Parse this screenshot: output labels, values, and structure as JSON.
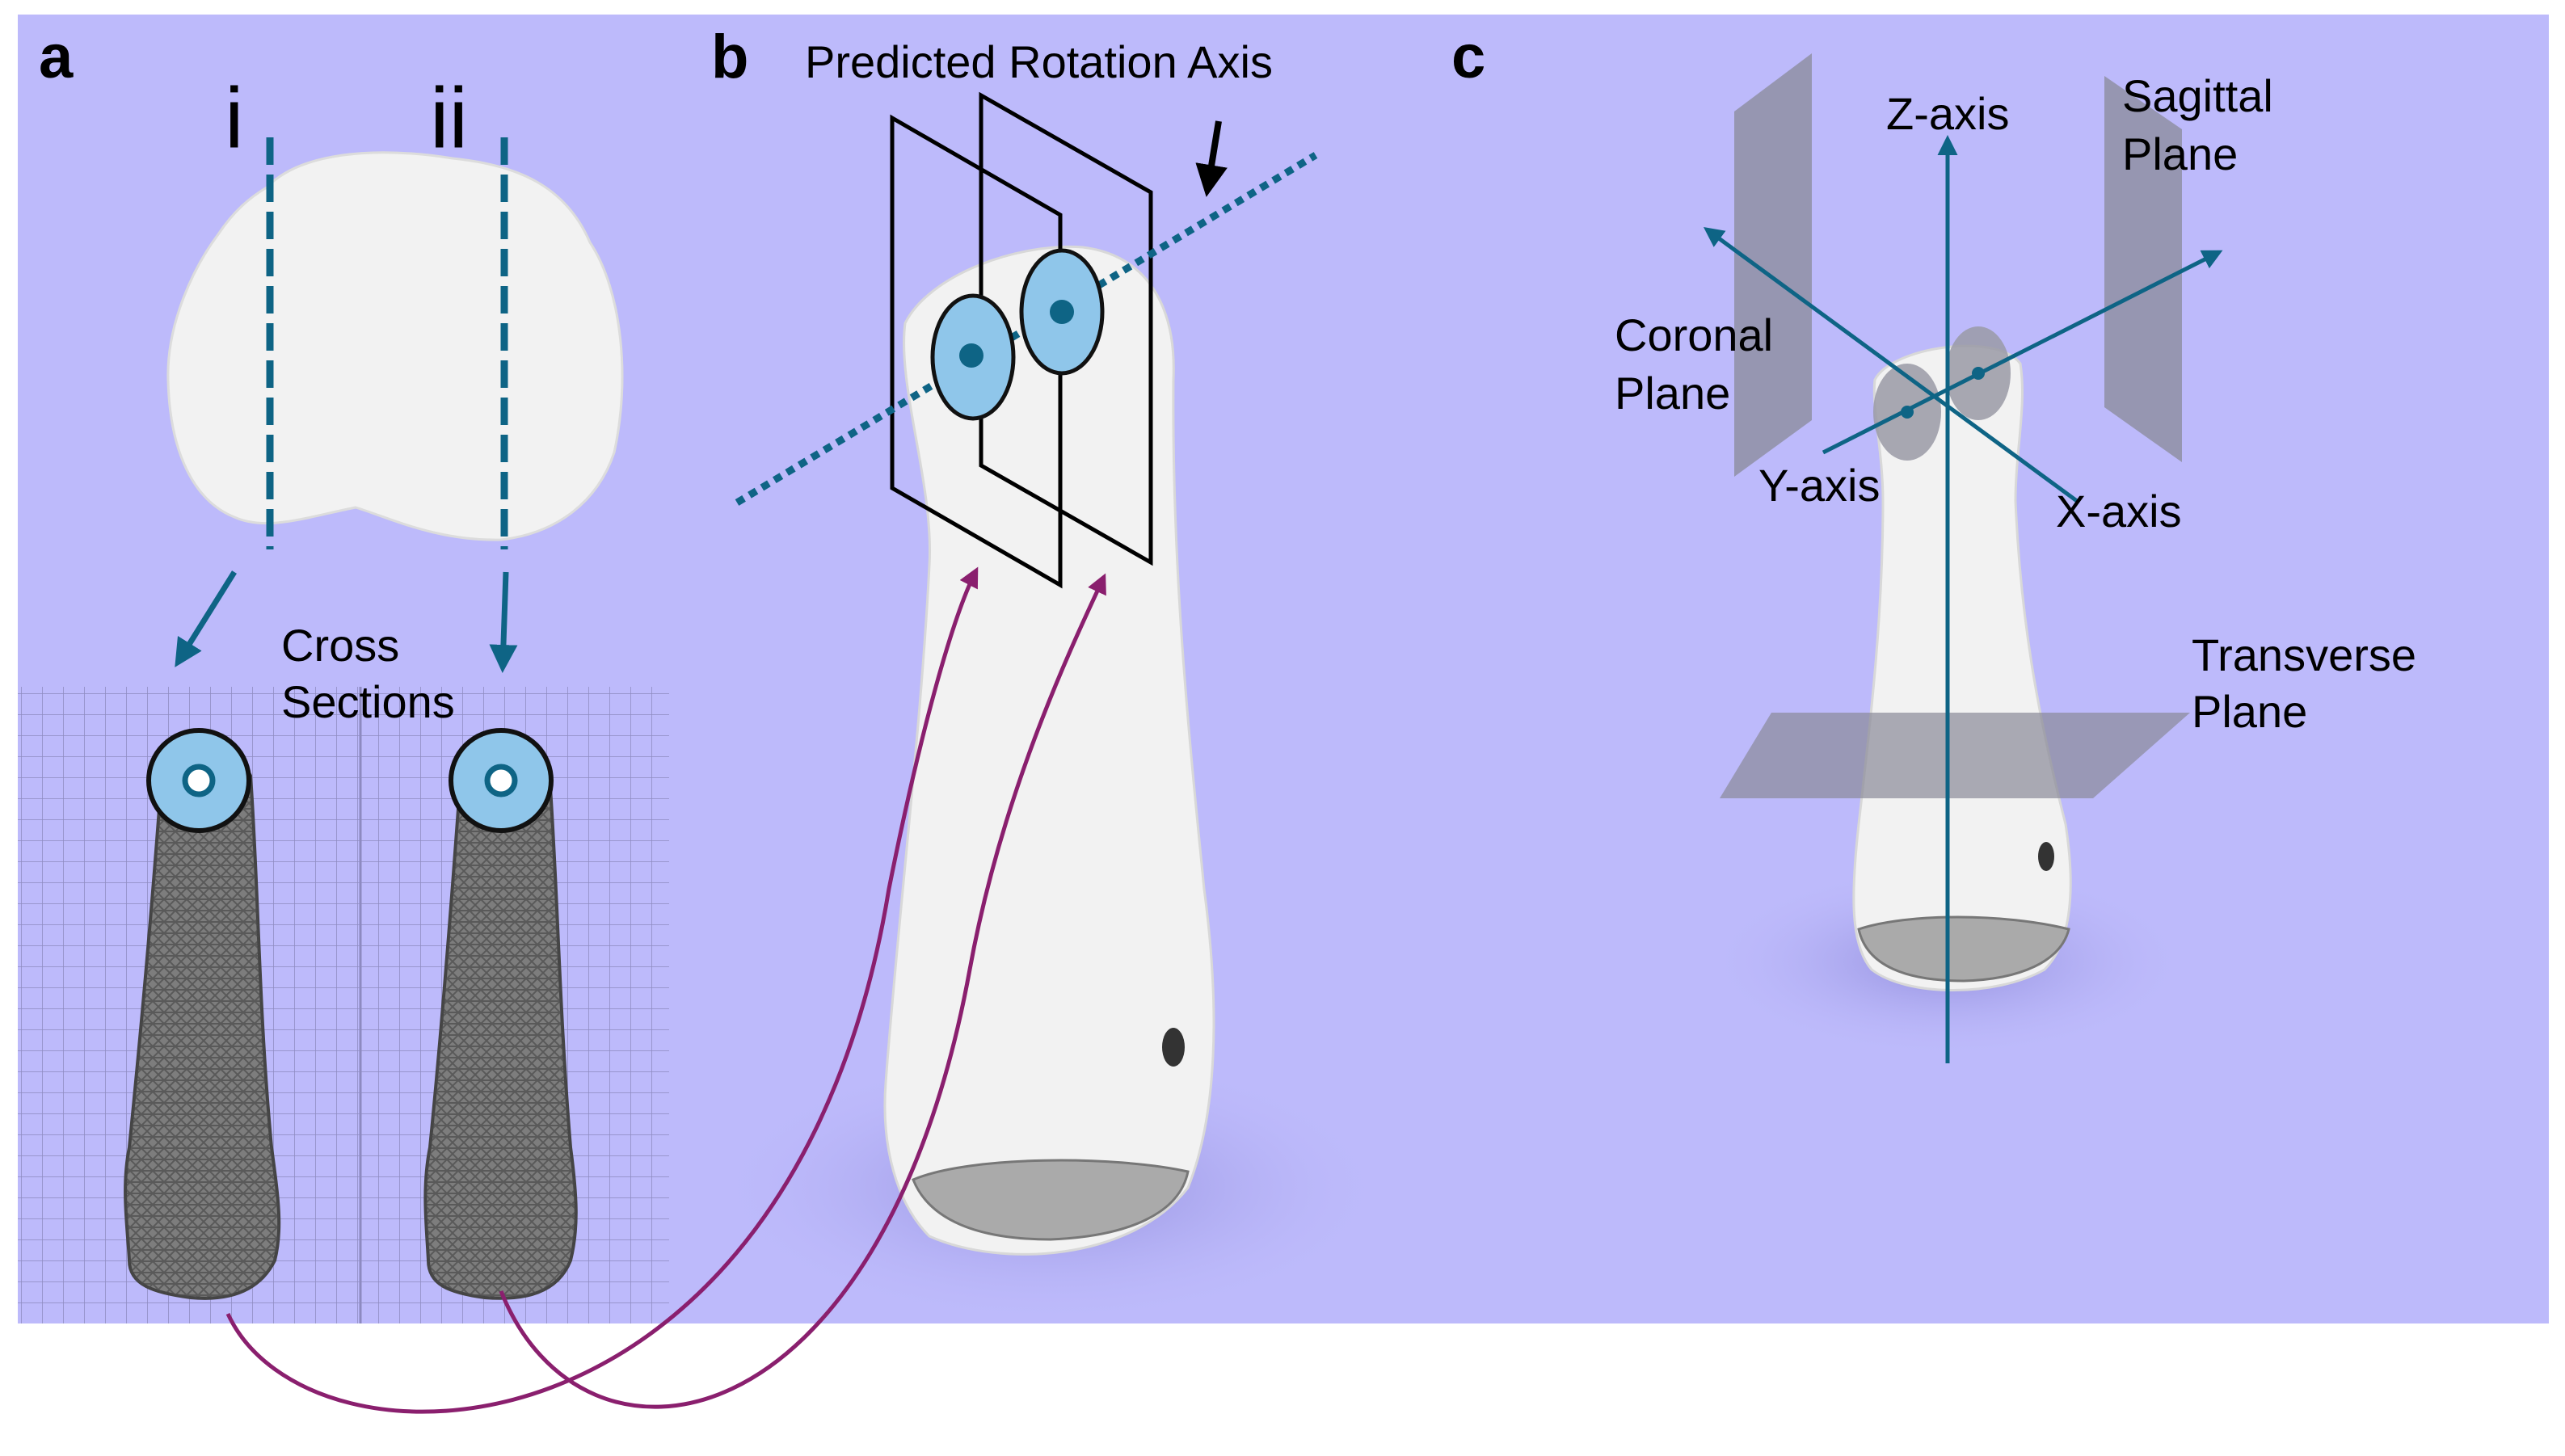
{
  "panel_a": {
    "letter": "a",
    "marker_i": "i",
    "marker_ii": "ii",
    "cross_sections_line1": "Cross",
    "cross_sections_line2": "Sections"
  },
  "panel_b": {
    "letter": "b",
    "predicted_rotation_axis": "Predicted Rotation Axis"
  },
  "panel_c": {
    "letter": "c",
    "z_axis": "Z-axis",
    "y_axis": "Y-axis",
    "x_axis": "X-axis",
    "sagittal_line1": "Sagittal",
    "sagittal_line2": "Plane",
    "coronal_line1": "Coronal",
    "coronal_line2": "Plane",
    "transverse_line1": "Transverse",
    "transverse_line2": "Plane"
  },
  "colors": {
    "background": "#bdbafb",
    "bone": "#f2f2f2",
    "mesh": "#555555",
    "axis_teal": "#0e6485",
    "highlight_blue": "#8fc6ea",
    "link_arrow_purple": "#8a1f6e",
    "plane_gray": "#8a8a98"
  }
}
